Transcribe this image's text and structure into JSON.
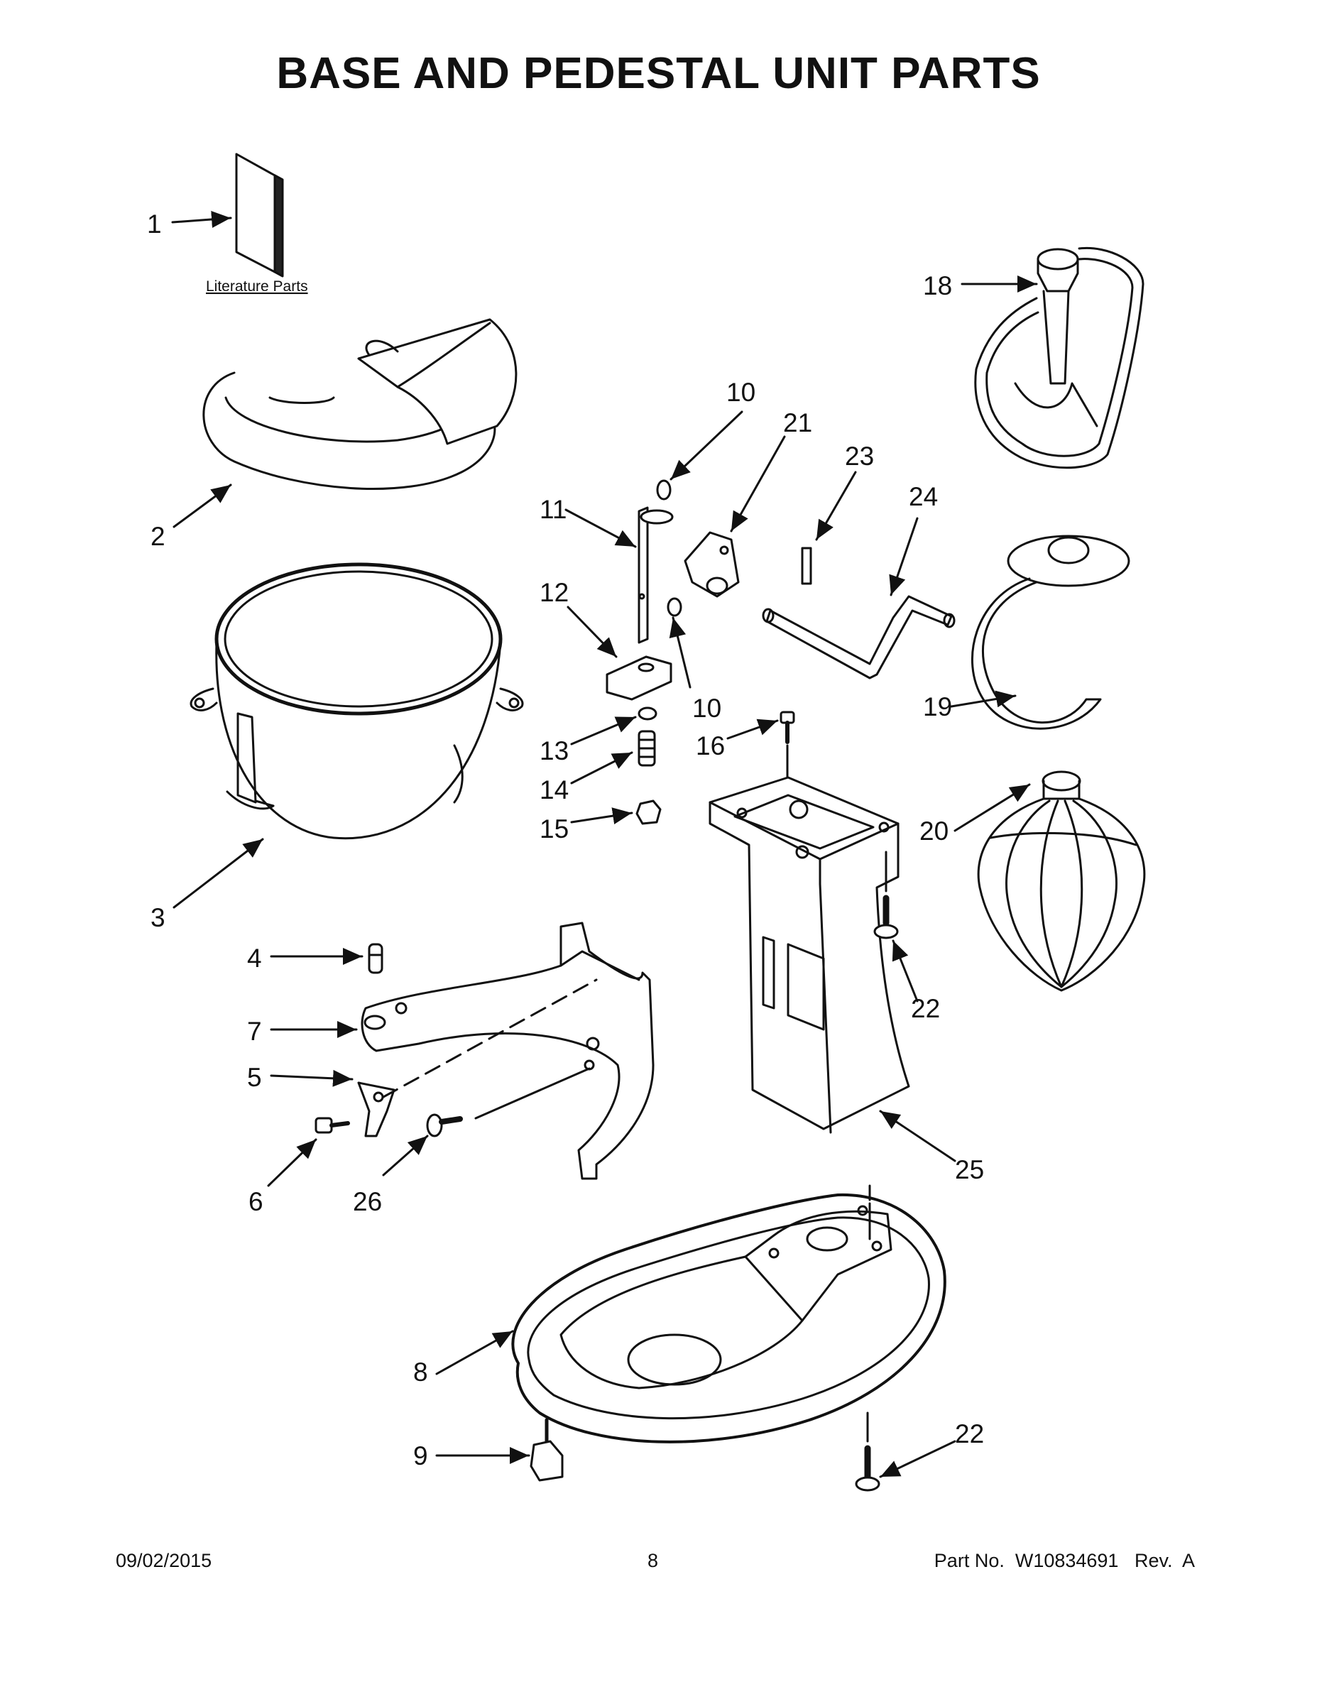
{
  "page": {
    "title": "BASE AND PEDESTAL UNIT PARTS",
    "literature_label": "Literature Parts"
  },
  "callouts": {
    "c1": "1",
    "c2": "2",
    "c3": "3",
    "c4": "4",
    "c5": "5",
    "c6": "6",
    "c7": "7",
    "c8": "8",
    "c9": "9",
    "c10a": "10",
    "c10b": "10",
    "c11": "11",
    "c12": "12",
    "c13": "13",
    "c14": "14",
    "c15": "15",
    "c16": "16",
    "c18": "18",
    "c19": "19",
    "c20": "20",
    "c21": "21",
    "c22a": "22",
    "c22b": "22",
    "c23": "23",
    "c24": "24",
    "c25": "25",
    "c26": "26"
  },
  "footer": {
    "date": "09/02/2015",
    "page_number": "8",
    "part_info": "Part No.  W10834691   Rev.  A"
  }
}
